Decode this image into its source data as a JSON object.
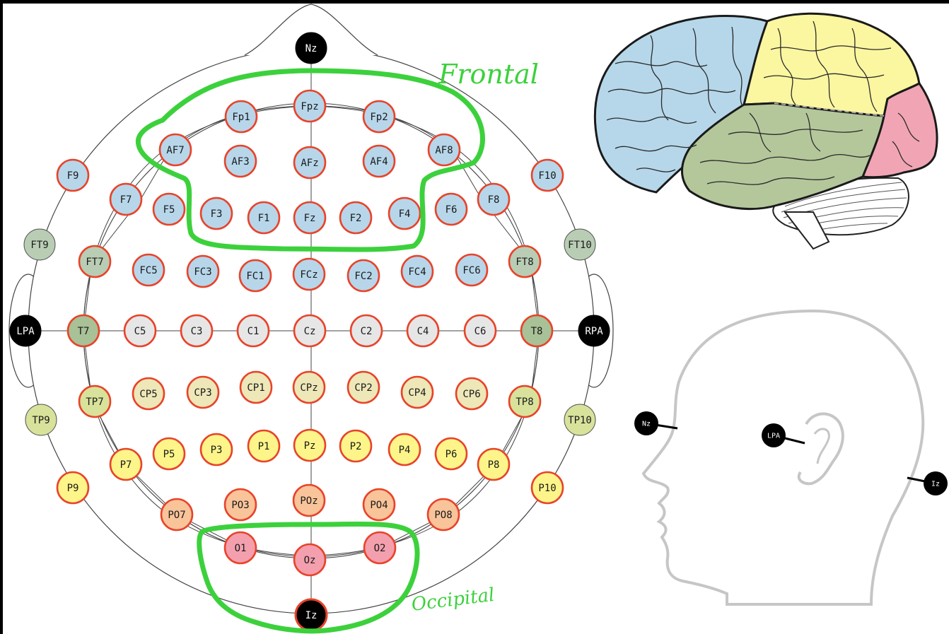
{
  "colors": {
    "frontal": "#b7d6ea",
    "frontotemporal": "#b9cdb4",
    "temporal": "#a8c196",
    "central": "#e6e6e6",
    "centroparietal": "#eee7b8",
    "tempoparietal": "#d8e29b",
    "parietal": "#fdf589",
    "parietooccipital": "#f9c49a",
    "occipital": "#f39fae",
    "fiducial": "#000000",
    "ring_red": "#e8432a",
    "highlight_green": "#3cd13c",
    "brain_frontal": "#b6d7ea",
    "brain_parietal": "#fbf6a0",
    "brain_temporal": "#b4c79b",
    "brain_occipital": "#f1a5b4"
  },
  "annotations": {
    "frontal": "Frontal",
    "occipital": "Occipital"
  },
  "electrodes": [
    {
      "label": "Nz",
      "group": "fiducial"
    },
    {
      "label": "Fpz",
      "group": "frontal"
    },
    {
      "label": "Fp1",
      "group": "frontal"
    },
    {
      "label": "Fp2",
      "group": "frontal"
    },
    {
      "label": "AF7",
      "group": "frontal"
    },
    {
      "label": "AF3",
      "group": "frontal"
    },
    {
      "label": "AFz",
      "group": "frontal"
    },
    {
      "label": "AF4",
      "group": "frontal"
    },
    {
      "label": "AF8",
      "group": "frontal"
    },
    {
      "label": "F9",
      "group": "frontal"
    },
    {
      "label": "F7",
      "group": "frontal"
    },
    {
      "label": "F5",
      "group": "frontal"
    },
    {
      "label": "F3",
      "group": "frontal"
    },
    {
      "label": "F1",
      "group": "frontal"
    },
    {
      "label": "Fz",
      "group": "frontal"
    },
    {
      "label": "F2",
      "group": "frontal"
    },
    {
      "label": "F4",
      "group": "frontal"
    },
    {
      "label": "F6",
      "group": "frontal"
    },
    {
      "label": "F8",
      "group": "frontal"
    },
    {
      "label": "F10",
      "group": "frontal"
    },
    {
      "label": "FT9",
      "group": "frontotemporal"
    },
    {
      "label": "FT7",
      "group": "frontotemporal"
    },
    {
      "label": "FC5",
      "group": "frontal"
    },
    {
      "label": "FC3",
      "group": "frontal"
    },
    {
      "label": "FC1",
      "group": "frontal"
    },
    {
      "label": "FCz",
      "group": "frontal"
    },
    {
      "label": "FC2",
      "group": "frontal"
    },
    {
      "label": "FC4",
      "group": "frontal"
    },
    {
      "label": "FC6",
      "group": "frontal"
    },
    {
      "label": "FT8",
      "group": "frontotemporal"
    },
    {
      "label": "FT10",
      "group": "frontotemporal"
    },
    {
      "label": "LPA",
      "group": "fiducial"
    },
    {
      "label": "T7",
      "group": "temporal"
    },
    {
      "label": "C5",
      "group": "central"
    },
    {
      "label": "C3",
      "group": "central"
    },
    {
      "label": "C1",
      "group": "central"
    },
    {
      "label": "Cz",
      "group": "central"
    },
    {
      "label": "C2",
      "group": "central"
    },
    {
      "label": "C4",
      "group": "central"
    },
    {
      "label": "C6",
      "group": "central"
    },
    {
      "label": "T8",
      "group": "temporal"
    },
    {
      "label": "RPA",
      "group": "fiducial"
    },
    {
      "label": "TP9",
      "group": "tempoparietal"
    },
    {
      "label": "TP7",
      "group": "tempoparietal"
    },
    {
      "label": "CP5",
      "group": "centroparietal"
    },
    {
      "label": "CP3",
      "group": "centroparietal"
    },
    {
      "label": "CP1",
      "group": "centroparietal"
    },
    {
      "label": "CPz",
      "group": "centroparietal"
    },
    {
      "label": "CP2",
      "group": "centroparietal"
    },
    {
      "label": "CP4",
      "group": "centroparietal"
    },
    {
      "label": "CP6",
      "group": "centroparietal"
    },
    {
      "label": "TP8",
      "group": "tempoparietal"
    },
    {
      "label": "TP10",
      "group": "tempoparietal"
    },
    {
      "label": "P9",
      "group": "parietal"
    },
    {
      "label": "P7",
      "group": "parietal"
    },
    {
      "label": "P5",
      "group": "parietal"
    },
    {
      "label": "P3",
      "group": "parietal"
    },
    {
      "label": "P1",
      "group": "parietal"
    },
    {
      "label": "Pz",
      "group": "parietal"
    },
    {
      "label": "P2",
      "group": "parietal"
    },
    {
      "label": "P4",
      "group": "parietal"
    },
    {
      "label": "P6",
      "group": "parietal"
    },
    {
      "label": "P8",
      "group": "parietal"
    },
    {
      "label": "P10",
      "group": "parietal"
    },
    {
      "label": "PO7",
      "group": "parietooccipital"
    },
    {
      "label": "PO3",
      "group": "parietooccipital"
    },
    {
      "label": "POz",
      "group": "parietooccipital"
    },
    {
      "label": "PO4",
      "group": "parietooccipital"
    },
    {
      "label": "PO8",
      "group": "parietooccipital"
    },
    {
      "label": "O1",
      "group": "occipital"
    },
    {
      "label": "Oz",
      "group": "occipital"
    },
    {
      "label": "O2",
      "group": "occipital"
    },
    {
      "label": "Iz",
      "group": "fiducial"
    }
  ],
  "side_head": {
    "markers": [
      {
        "label": "Nz"
      },
      {
        "label": "LPA"
      },
      {
        "label": "Iz"
      }
    ]
  }
}
